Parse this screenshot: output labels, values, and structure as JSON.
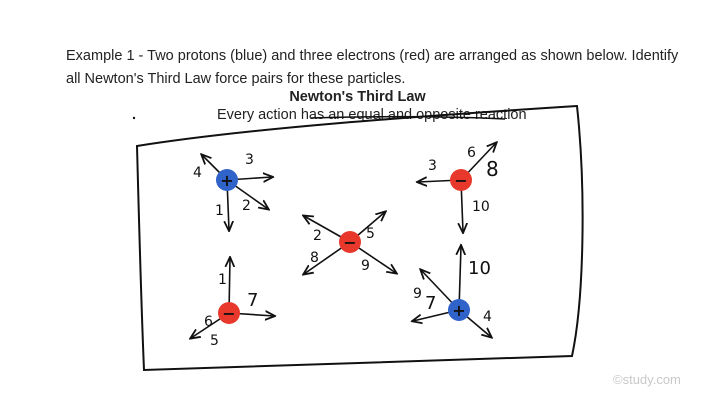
{
  "prompt": "Example 1 - Two protons (blue) and three electrons (red) are arranged as shown below. Identify all Newton's Third Law force pairs for these particles.",
  "heading": "Newton's Third Law",
  "subheading": "Every action has an equal and opposite reaction",
  "colors": {
    "proton": "#2f63c9",
    "electron": "#e8382c",
    "ink": "#111111"
  },
  "particles": {
    "proton_top_left": {
      "sign": "+",
      "labels": [
        "4",
        "3",
        "1",
        "2"
      ]
    },
    "electron_top_right": {
      "sign": "−",
      "labels": [
        "3",
        "6",
        "8",
        "10"
      ]
    },
    "electron_center": {
      "sign": "−",
      "labels": [
        "2",
        "5",
        "8",
        "9"
      ]
    },
    "electron_bottom_left": {
      "sign": "−",
      "labels": [
        "1",
        "7",
        "6",
        "5"
      ]
    },
    "proton_bottom_right": {
      "sign": "+",
      "labels": [
        "10",
        "9",
        "7",
        "4"
      ]
    }
  },
  "watermark": "study.com"
}
